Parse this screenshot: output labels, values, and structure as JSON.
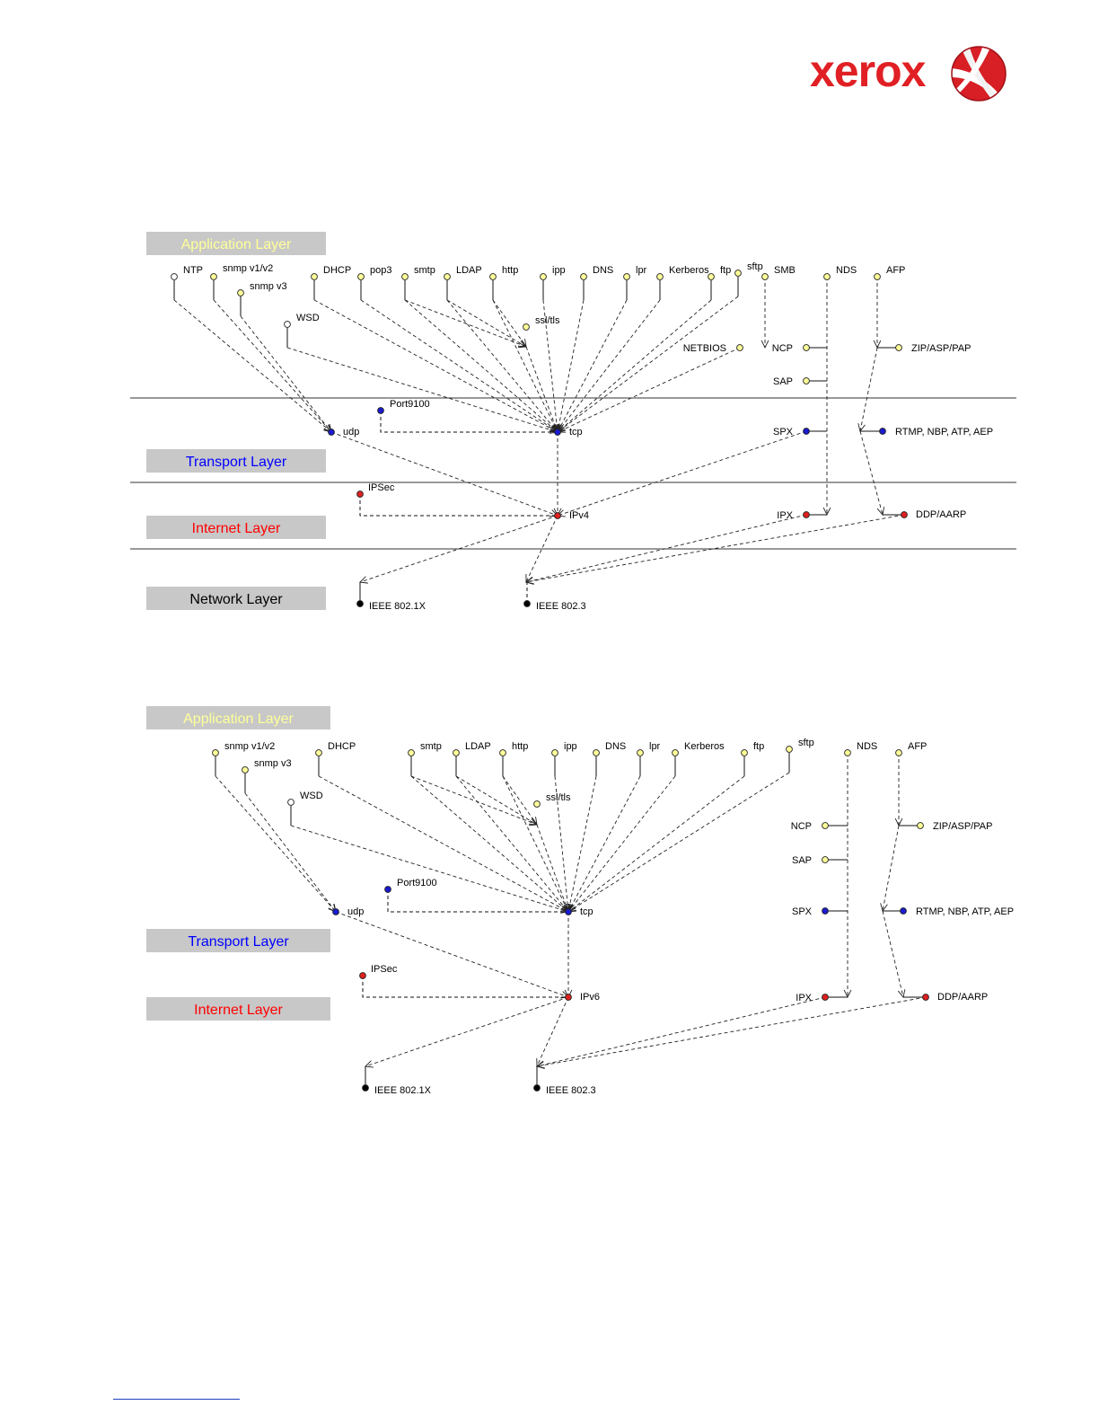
{
  "logo": {
    "text": "xerox",
    "color": "#e02025"
  },
  "colors": {
    "app_header": "#ffff99",
    "transport_header": "#0000ff",
    "internet_header": "#ff0000",
    "network_header": "#000000",
    "header_bg": "#c8c8c8",
    "node_yellow": "#ffff99",
    "node_blue": "#1a1ad0",
    "node_red": "#e02020",
    "node_black": "#000000",
    "node_white": "#ffffff"
  },
  "diagrams": [
    {
      "id": "ipv4",
      "layers": [
        {
          "label": "Application Layer",
          "color": "app"
        },
        {
          "label": "Transport Layer",
          "color": "transport"
        },
        {
          "label": "Internet Layer",
          "color": "internet"
        },
        {
          "label": "Network Layer",
          "color": "network"
        }
      ],
      "nodes": [
        {
          "id": "NTP",
          "label": "NTP",
          "fill": "white"
        },
        {
          "id": "snmp12",
          "label": "snmp v1/v2",
          "fill": "yellow"
        },
        {
          "id": "snmp3",
          "label": "snmp v3",
          "fill": "yellow"
        },
        {
          "id": "DHCP",
          "label": "DHCP",
          "fill": "yellow"
        },
        {
          "id": "pop3",
          "label": "pop3",
          "fill": "yellow"
        },
        {
          "id": "smtp",
          "label": "smtp",
          "fill": "yellow"
        },
        {
          "id": "LDAP",
          "label": "LDAP",
          "fill": "yellow"
        },
        {
          "id": "http",
          "label": "http",
          "fill": "yellow"
        },
        {
          "id": "ipp",
          "label": "ipp",
          "fill": "yellow"
        },
        {
          "id": "DNS",
          "label": "DNS",
          "fill": "yellow"
        },
        {
          "id": "lpr",
          "label": "lpr",
          "fill": "yellow"
        },
        {
          "id": "Kerberos",
          "label": "Kerberos",
          "fill": "yellow"
        },
        {
          "id": "ftp",
          "label": "ftp",
          "fill": "yellow"
        },
        {
          "id": "sftp",
          "label": "sftp",
          "fill": "yellow"
        },
        {
          "id": "SMB",
          "label": "SMB",
          "fill": "yellow"
        },
        {
          "id": "NDS",
          "label": "NDS",
          "fill": "yellow"
        },
        {
          "id": "AFP",
          "label": "AFP",
          "fill": "yellow"
        },
        {
          "id": "WSD",
          "label": "WSD",
          "fill": "white"
        },
        {
          "id": "ssltls",
          "label": "ssl/tls",
          "fill": "yellow"
        },
        {
          "id": "NETBIOS",
          "label": "NETBIOS",
          "fill": "yellow"
        },
        {
          "id": "NCP",
          "label": "NCP",
          "fill": "yellow"
        },
        {
          "id": "ZIP",
          "label": "ZIP/ASP/PAP",
          "fill": "yellow"
        },
        {
          "id": "SAP",
          "label": "SAP",
          "fill": "yellow"
        },
        {
          "id": "Port9100",
          "label": "Port9100",
          "fill": "blue"
        },
        {
          "id": "udp",
          "label": "udp",
          "fill": "blue"
        },
        {
          "id": "tcp",
          "label": "tcp",
          "fill": "blue"
        },
        {
          "id": "SPX",
          "label": "SPX",
          "fill": "blue"
        },
        {
          "id": "RTMP",
          "label": "RTMP, NBP, ATP, AEP",
          "fill": "blue"
        },
        {
          "id": "IPSec",
          "label": "IPSec",
          "fill": "red"
        },
        {
          "id": "IP",
          "label": "IPv4",
          "fill": "red"
        },
        {
          "id": "IPX",
          "label": "IPX",
          "fill": "red"
        },
        {
          "id": "DDP",
          "label": "DDP/AARP",
          "fill": "red"
        },
        {
          "id": "IEEE8021X",
          "label": "IEEE 802.1X",
          "fill": "black"
        },
        {
          "id": "IEEE8023",
          "label": "IEEE 802.3",
          "fill": "black"
        }
      ]
    },
    {
      "id": "ipv6",
      "layers": [
        {
          "label": "Application Layer",
          "color": "app"
        },
        {
          "label": "Transport Layer",
          "color": "transport"
        },
        {
          "label": "Internet Layer",
          "color": "internet"
        }
      ],
      "nodes": [
        {
          "id": "snmp12",
          "label": "snmp v1/v2",
          "fill": "yellow"
        },
        {
          "id": "snmp3",
          "label": "snmp v3",
          "fill": "yellow"
        },
        {
          "id": "DHCP",
          "label": "DHCP",
          "fill": "yellow"
        },
        {
          "id": "smtp",
          "label": "smtp",
          "fill": "yellow"
        },
        {
          "id": "LDAP",
          "label": "LDAP",
          "fill": "yellow"
        },
        {
          "id": "http",
          "label": "http",
          "fill": "yellow"
        },
        {
          "id": "ipp",
          "label": "ipp",
          "fill": "yellow"
        },
        {
          "id": "DNS",
          "label": "DNS",
          "fill": "yellow"
        },
        {
          "id": "lpr",
          "label": "lpr",
          "fill": "yellow"
        },
        {
          "id": "Kerberos",
          "label": "Kerberos",
          "fill": "yellow"
        },
        {
          "id": "ftp",
          "label": "ftp",
          "fill": "yellow"
        },
        {
          "id": "sftp",
          "label": "sftp",
          "fill": "yellow"
        },
        {
          "id": "NDS",
          "label": "NDS",
          "fill": "yellow"
        },
        {
          "id": "AFP",
          "label": "AFP",
          "fill": "yellow"
        },
        {
          "id": "WSD",
          "label": "WSD",
          "fill": "white"
        },
        {
          "id": "ssltls",
          "label": "ssl/tls",
          "fill": "yellow"
        },
        {
          "id": "NCP",
          "label": "NCP",
          "fill": "yellow"
        },
        {
          "id": "ZIP",
          "label": "ZIP/ASP/PAP",
          "fill": "yellow"
        },
        {
          "id": "SAP",
          "label": "SAP",
          "fill": "yellow"
        },
        {
          "id": "Port9100",
          "label": "Port9100",
          "fill": "blue"
        },
        {
          "id": "udp",
          "label": "udp",
          "fill": "blue"
        },
        {
          "id": "tcp",
          "label": "tcp",
          "fill": "blue"
        },
        {
          "id": "SPX",
          "label": "SPX",
          "fill": "blue"
        },
        {
          "id": "RTMP",
          "label": "RTMP, NBP, ATP, AEP",
          "fill": "blue"
        },
        {
          "id": "IPSec",
          "label": "IPSec",
          "fill": "red"
        },
        {
          "id": "IP",
          "label": "IPv6",
          "fill": "red"
        },
        {
          "id": "IPX",
          "label": "IPX",
          "fill": "red"
        },
        {
          "id": "DDP",
          "label": "DDP/AARP",
          "fill": "red"
        },
        {
          "id": "IEEE8021X",
          "label": "IEEE 802.1X",
          "fill": "black"
        },
        {
          "id": "IEEE8023",
          "label": "IEEE 802.3",
          "fill": "black"
        }
      ]
    }
  ]
}
